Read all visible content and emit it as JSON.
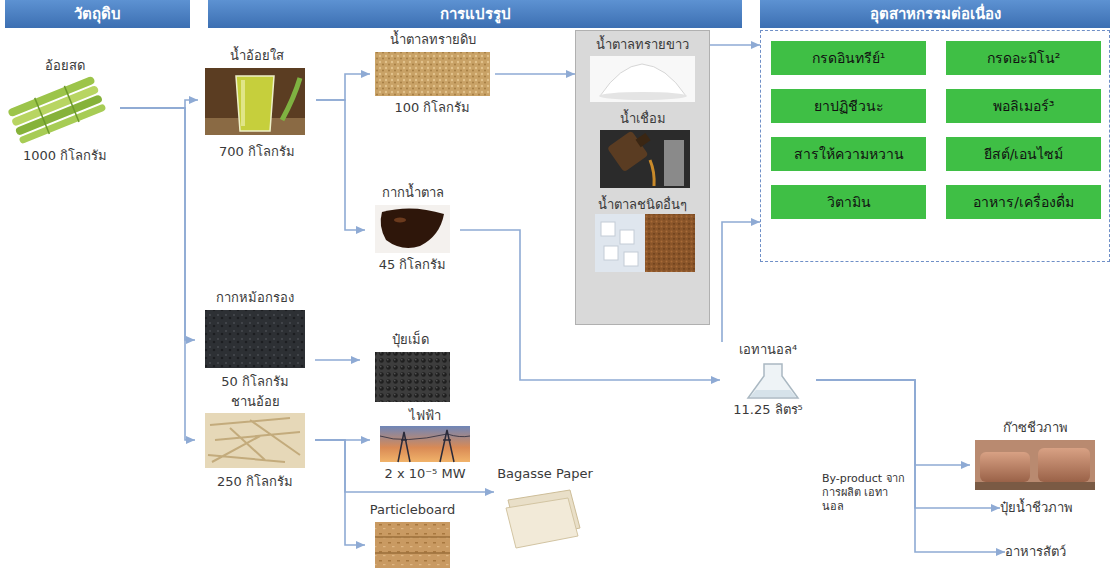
{
  "diagram": {
    "nodes": [
      {
        "text": [
          "วัตถุดิบ"
        ]
      },
      {
        "text": [
          "การแปรรูป"
        ]
      },
      {
        "text": [
          "อุตสาหกรรมต่อเนื่อง"
        ]
      },
      {
        "text": [
          "อ้อยสด",
          "1000 กิโลกรัม"
        ]
      },
      {
        "text": [
          "น้ำอ้อยใส",
          "700 กิโลกรัม"
        ]
      },
      {
        "text": [
          "น้ำตาลทรายดิบ",
          "100 กิโลกรัม"
        ]
      },
      {
        "text": [
          "น้ำตาลทรายขาว",
          "น้ำเชื่อม",
          "น้ำตาลชนิดอื่นๆ"
        ]
      },
      {
        "text": []
      },
      {
        "text": [
          "กรดอินทรีย์¹"
        ],
        "in": 7
      },
      {
        "text": [
          "กรดอะมิโน²"
        ],
        "in": 7
      },
      {
        "text": [
          "ยาปฏิชีวนะ"
        ],
        "in": 7
      },
      {
        "text": [
          "พอลิเมอร์³"
        ],
        "in": 7
      },
      {
        "text": [
          "สารให้ความหวาน"
        ],
        "in": 7
      },
      {
        "text": [
          "ยีสต์/เอนไซม์"
        ],
        "in": 7
      },
      {
        "text": [
          "วิตามิน"
        ],
        "in": 7
      },
      {
        "text": [
          "อาหาร/เครื่องดื่ม"
        ],
        "in": 7
      },
      {
        "text": [
          "กากน้ำตาล",
          "45 กิโลกรัม"
        ]
      },
      {
        "text": [
          "เอทานอล⁴",
          "11.25 ลิตร⁵"
        ]
      },
      {
        "text": [
          "กากหม้อกรอง",
          "50 กิโลกรัม"
        ]
      },
      {
        "text": [
          "ปุ๋ยเม็ด"
        ]
      },
      {
        "text": [
          "ชานอ้อย",
          "250 กิโลกรัม"
        ]
      },
      {
        "text": [
          "ไฟฟ้า",
          "2 x 10⁻⁵ MW"
        ]
      },
      {
        "text": [
          "Bagasse Paper"
        ]
      },
      {
        "text": [
          "Particleboard"
        ]
      },
      {
        "text": [
          "ก๊าซชีวภาพ"
        ]
      },
      {
        "text": [
          "ปุ๋ยน้ำชีวภาพ"
        ]
      },
      {
        "text": [
          "อาหารสัตว์"
        ]
      }
    ],
    "edges": [
      {
        "from": 3,
        "to": 4,
        "arrow": "to"
      },
      {
        "from": 3,
        "to": 18,
        "arrow": "to"
      },
      {
        "from": 3,
        "to": 20,
        "arrow": "to"
      },
      {
        "from": 4,
        "to": 5,
        "arrow": "to"
      },
      {
        "from": 4,
        "to": 16,
        "arrow": "to"
      },
      {
        "from": 5,
        "to": 6,
        "arrow": "to"
      },
      {
        "from": 6,
        "to": 7,
        "arrow": "to"
      },
      {
        "from": 16,
        "to": 17,
        "arrow": "to"
      },
      {
        "from": 17,
        "to": 7,
        "arrow": "to"
      },
      {
        "from": 18,
        "to": 19,
        "arrow": "to"
      },
      {
        "from": 20,
        "to": 21,
        "arrow": "to"
      },
      {
        "from": 20,
        "to": 22,
        "arrow": "to"
      },
      {
        "from": 20,
        "to": 23,
        "arrow": "to"
      },
      {
        "from": 17,
        "to": 24,
        "arrow": "to"
      },
      {
        "from": 17,
        "to": 25,
        "arrow": "to"
      },
      {
        "from": 17,
        "to": 26,
        "arrow": "to"
      }
    ],
    "labels": [
      "By-product จากการผลิต เอทานอล"
    ]
  }
}
